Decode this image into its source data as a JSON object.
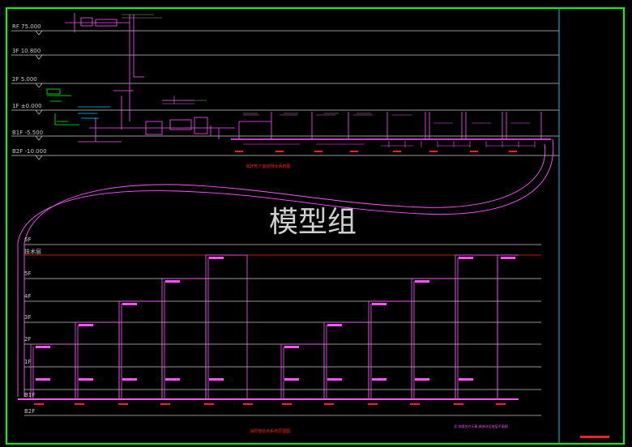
{
  "colors": {
    "frame": "#00ff00",
    "grid": "#c8c8c8",
    "pipe": "#ff55ff",
    "accent": "#ff2020",
    "cyan": "#00c8ff"
  },
  "watermark": "模型组",
  "upper": {
    "levels": [
      "RF 75.000",
      "3F 10.800",
      "2F 5.000",
      "1F ±0.000",
      "B1F -5.500",
      "B2F -10.000"
    ],
    "caption": "B2F地下室给排水系统图"
  },
  "lower": {
    "levels": [
      "6F",
      "技术层",
      "5F",
      "4F",
      "3F",
      "2F",
      "1F",
      "B1F",
      "B2F"
    ],
    "caption": "消防栓给水系统原理图"
  },
  "footnote": "注:本图仅为示意,具体详见各层平面图"
}
